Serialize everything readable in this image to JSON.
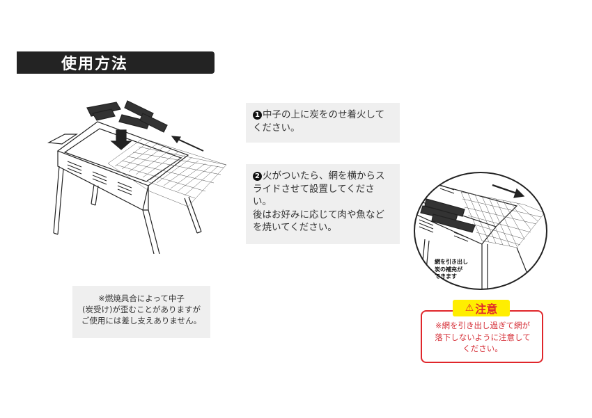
{
  "header": {
    "title": "使用方法"
  },
  "steps": [
    {
      "number": "1",
      "lines": [
        "中子の上に炭をのせ着火して",
        "ください。"
      ]
    },
    {
      "number": "2",
      "lines": [
        "火がついたら、網を横からス",
        "ライドさせて設置してください。",
        "後はお好みに応じて肉や魚など",
        "を焼いてください。"
      ]
    }
  ],
  "note": {
    "lines": [
      "※燃焼具合によって中子",
      "(炭受け)が歪むことがありますが",
      "ご使用には差し支えありません。"
    ]
  },
  "zoom_illustration": {
    "caption_lines": [
      "網を引き出し",
      "炭の補充が",
      "できます"
    ]
  },
  "caution": {
    "icon": "warning-triangle-icon",
    "label": "注意",
    "lines": [
      "※網を引き出し過ぎて網が",
      "落下しないように注意して",
      "ください。"
    ],
    "colors": {
      "border": "#e0262b",
      "badge_bg": "#ffee00",
      "text": "#d6323a"
    }
  },
  "colors": {
    "title_bar": "#232323",
    "panel_bg": "#efefef"
  }
}
